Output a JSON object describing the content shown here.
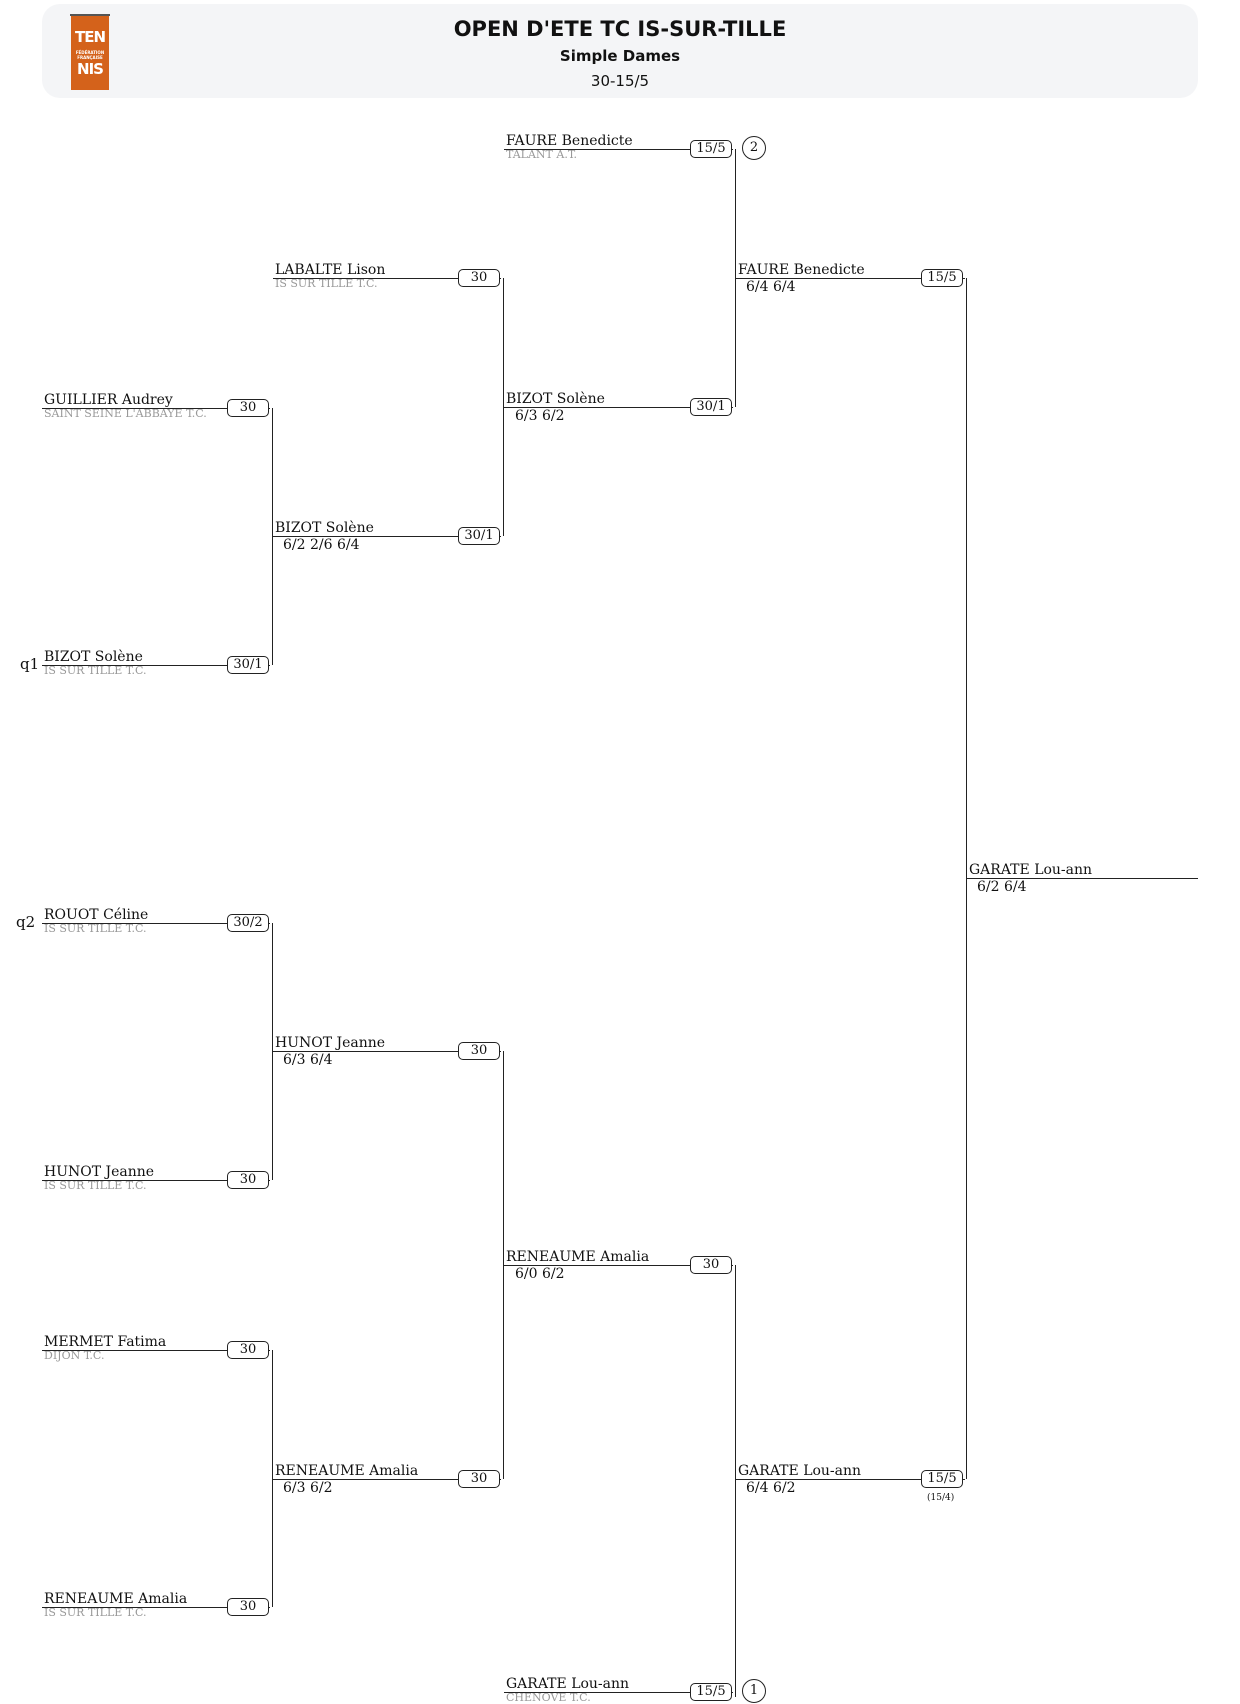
{
  "header": {
    "logo_top": "TEN",
    "logo_mid": "FÉDÉRATION FRANÇAISE",
    "logo_bottom": "NIS",
    "title": "OPEN D'ETE TC IS-SUR-TILLE",
    "subtitle": "Simple Dames",
    "range": "30-15/5"
  },
  "round1": [
    {
      "qual": "q1",
      "name": "BIZOT Solène",
      "club": "IS SUR TILLE T.C.",
      "rank": "30/1"
    },
    {
      "name": "GUILLIER Audrey",
      "club": "SAINT SEINE L'ABBAYE T.C.",
      "rank": "30"
    },
    {
      "qual": "q2",
      "name": "ROUOT Céline",
      "club": "IS SUR TILLE T.C.",
      "rank": "30/2"
    },
    {
      "name": "HUNOT Jeanne",
      "club": "IS SUR TILLE T.C.",
      "rank": "30"
    },
    {
      "name": "MERMET Fatima",
      "club": "DIJON T.C.",
      "rank": "30"
    },
    {
      "name": "RENEAUME Amalia",
      "club": "IS SUR TILLE T.C.",
      "rank": "30"
    }
  ],
  "round2": [
    {
      "name": "LABALTE Lison",
      "club": "IS SUR TILLE T.C.",
      "rank": "30"
    },
    {
      "name": "BIZOT Solène",
      "score": "6/2 2/6 6/4",
      "rank": "30/1"
    },
    {
      "name": "HUNOT Jeanne",
      "score": "6/3 6/4",
      "rank": "30"
    },
    {
      "name": "RENEAUME Amalia",
      "score": "6/3 6/2",
      "rank": "30"
    }
  ],
  "round3": [
    {
      "name": "FAURE Benedicte",
      "club": "TALANT A.T.",
      "rank": "15/5",
      "seed": "2"
    },
    {
      "name": "BIZOT Solène",
      "score": "6/3 6/2",
      "rank": "30/1"
    },
    {
      "name": "RENEAUME Amalia",
      "score": "6/0 6/2",
      "rank": "30"
    },
    {
      "name": "GARATE Lou-ann",
      "club": "CHENOVE T.C.",
      "rank": "15/5",
      "seed": "1"
    }
  ],
  "round4": [
    {
      "name": "FAURE Benedicte",
      "score": "6/4 6/4",
      "rank": "15/5"
    },
    {
      "name": "GARATE Lou-ann",
      "score": "6/4 6/2",
      "rank": "15/5",
      "note": "(15/4)"
    }
  ],
  "winner": {
    "name": "GARATE Lou-ann",
    "score": "6/2 6/4"
  }
}
